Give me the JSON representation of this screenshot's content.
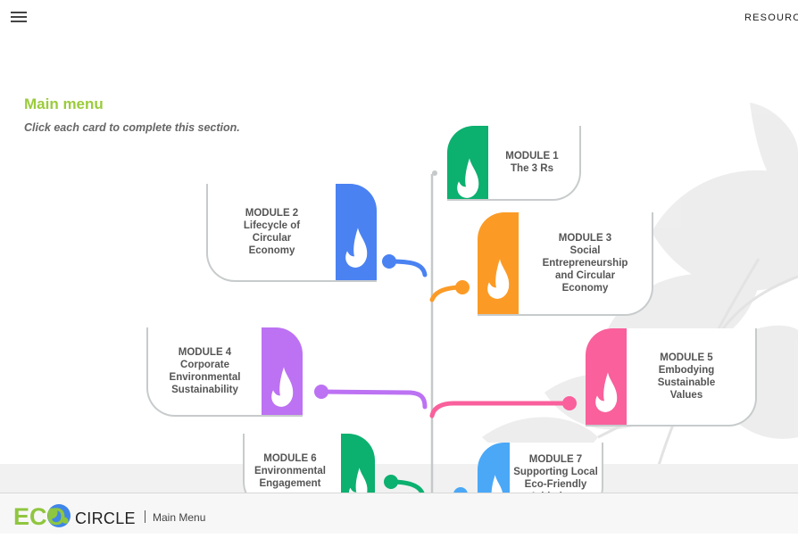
{
  "header": {
    "menu_icon": "hamburger-icon",
    "resources_label": "RESOURCES"
  },
  "main": {
    "title": "Main menu",
    "subtitle": "Click each card to complete this section."
  },
  "modules": [
    {
      "label": "MODULE 1",
      "name": "The 3 Rs",
      "color": "#0cb06f",
      "icon": "leaf-icon"
    },
    {
      "label": "MODULE 2",
      "name": "Lifecycle of Circular Economy",
      "color": "#4a82f2",
      "icon": "leaf-icon"
    },
    {
      "label": "MODULE 3",
      "name": "Social Entrepreneurship and Circular Economy",
      "color": "#fb9b26",
      "icon": "leaf-icon"
    },
    {
      "label": "MODULE 4",
      "name": "Corporate Environmental Sustainability",
      "color": "#bc72f3",
      "icon": "leaf-icon"
    },
    {
      "label": "MODULE 5",
      "name": "Embodying Sustainable Values",
      "color": "#f9609c",
      "icon": "leaf-icon"
    },
    {
      "label": "MODULE 6",
      "name": "Environmental Engagement",
      "color": "#0cb06f",
      "icon": "leaf-icon"
    },
    {
      "label": "MODULE 7",
      "name": "Supporting Local Eco-Friendly Initiatives",
      "color": "#4aa8f7",
      "icon": "leaf-icon"
    }
  ],
  "footer": {
    "logo_text": "ECO",
    "logo_text_2": "CIRCLE",
    "section_label": "Main Menu"
  }
}
